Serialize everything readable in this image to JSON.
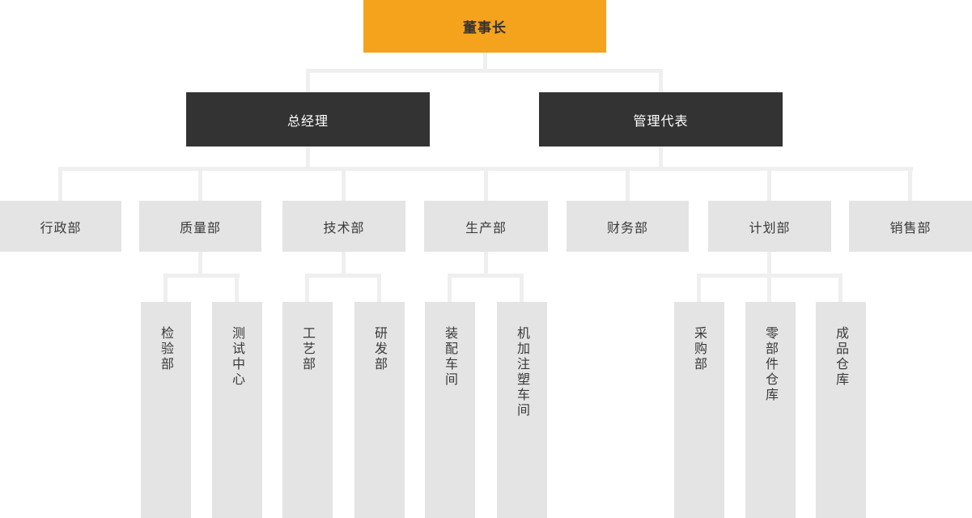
{
  "org_chart": {
    "root": {
      "label": "董事长",
      "children": [
        {
          "label": "总经理",
          "children": [
            {
              "label": "行政部",
              "children": []
            },
            {
              "label": "质量部",
              "children": [
                {
                  "label": "检验部"
                },
                {
                  "label": "测试中心"
                }
              ]
            },
            {
              "label": "技术部",
              "children": [
                {
                  "label": "工艺部"
                },
                {
                  "label": "研发部"
                }
              ]
            },
            {
              "label": "生产部",
              "children": [
                {
                  "label": "装配车间"
                },
                {
                  "label": "机加注塑车间"
                }
              ]
            }
          ]
        },
        {
          "label": "管理代表",
          "children": [
            {
              "label": "财务部",
              "children": []
            },
            {
              "label": "计划部",
              "children": [
                {
                  "label": "采购部"
                },
                {
                  "label": "零部件仓库"
                },
                {
                  "label": "成品仓库"
                }
              ]
            },
            {
              "label": "销售部",
              "children": []
            }
          ]
        }
      ]
    }
  },
  "colors": {
    "chairman_bg": "#f5a21d",
    "chairman_text": "#333333",
    "executive_bg": "#333333",
    "executive_text": "#ffffff",
    "department_bg": "#e4e4e4",
    "department_text": "#3a3a3a",
    "connector": "#efefef",
    "page_background": "#ffffff"
  }
}
